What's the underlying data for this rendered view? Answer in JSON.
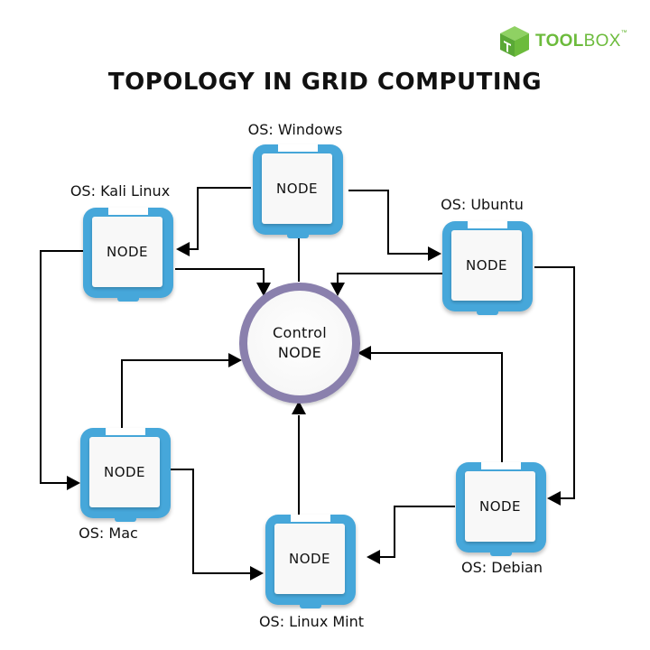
{
  "brand": {
    "name_bold": "TOOL",
    "name_light": "BOX",
    "trademark": "™",
    "color": "#6cbb3c",
    "icon": "cube-logo-icon"
  },
  "title": "TOPOLOGY IN GRID COMPUTING",
  "control_node": {
    "line1": "Control",
    "line2": "NODE",
    "ring_color": "#8a80ad"
  },
  "node_color": "#46a7da",
  "nodes": [
    {
      "id": "windows",
      "label": "NODE",
      "os": "OS: Windows"
    },
    {
      "id": "kali",
      "label": "NODE",
      "os": "OS: Kali Linux"
    },
    {
      "id": "ubuntu",
      "label": "NODE",
      "os": "OS: Ubuntu"
    },
    {
      "id": "mac",
      "label": "NODE",
      "os": "OS: Mac"
    },
    {
      "id": "debian",
      "label": "NODE",
      "os": "OS: Debian"
    },
    {
      "id": "mint",
      "label": "NODE",
      "os": "OS: Linux Mint"
    }
  ],
  "edges": [
    {
      "from": "windows",
      "to": "kali"
    },
    {
      "from": "windows",
      "to": "ubuntu"
    },
    {
      "from": "windows",
      "to": "control"
    },
    {
      "from": "kali",
      "to": "control"
    },
    {
      "from": "kali",
      "to": "mac"
    },
    {
      "from": "ubuntu",
      "to": "control"
    },
    {
      "from": "ubuntu",
      "to": "debian"
    },
    {
      "from": "mac",
      "to": "control"
    },
    {
      "from": "mac",
      "to": "mint"
    },
    {
      "from": "debian",
      "to": "control"
    },
    {
      "from": "debian",
      "to": "mint"
    },
    {
      "from": "mint",
      "to": "control"
    }
  ]
}
